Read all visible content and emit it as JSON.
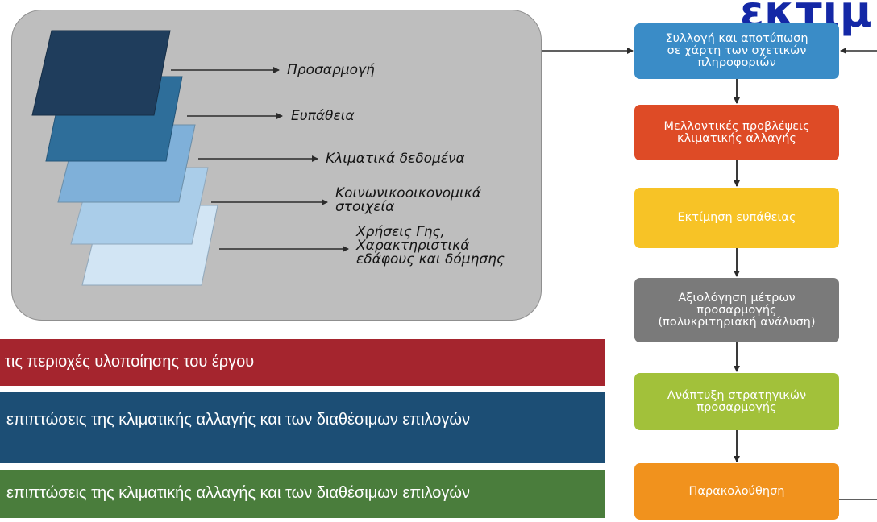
{
  "heading": {
    "text": "εκτιμ"
  },
  "layers_panel": {
    "layers": [
      {
        "label": "Προσαρμογή",
        "color": "#1f3d5c"
      },
      {
        "label": "Ευπάθεια",
        "color": "#2e6e9a"
      },
      {
        "label": "Κλιματικά δεδομένα",
        "color": "#7fb0d9"
      },
      {
        "label": "Κοινωνικοοικονομικά\nστοιχεία",
        "color": "#aacde9"
      },
      {
        "label": "Χρήσεις Γης,\nΧαρακτηριστικά\nεδάφους και δόμησης",
        "color": "#d2e5f4"
      }
    ]
  },
  "banners": [
    {
      "text": "τις περιοχές υλοποίησης του έργου",
      "color": "#a5252e"
    },
    {
      "text": "επιπτώσεις της κλιματικής αλλαγής και των διαθέσιμων επιλογών",
      "color": "#1c4e75"
    },
    {
      "text": "επιπτώσεις της κλιματικής αλλαγής και των διαθέσιμων επιλογών",
      "color": "#4a7d3c"
    }
  ],
  "flow_steps": [
    {
      "text": "Συλλογή και αποτύπωση\nσε χάρτη των σχετικών\nπληροφοριών",
      "color": "#3a8cc7"
    },
    {
      "text": "Μελλοντικές προβλέψεις\nκλιματικής αλλαγής",
      "color": "#de4b26"
    },
    {
      "text": "Εκτίμηση ευπάθειας",
      "color": "#f7c326"
    },
    {
      "text": "Αξιολόγηση μέτρων\nπροσαρμογής\n(πολυκριτηριακή ανάλυση)",
      "color": "#7a7a7a"
    },
    {
      "text": "Ανάπτυξη στρατηγικών\nπροσαρμογής",
      "color": "#a2c13a"
    },
    {
      "text": "Παρακολούθηση",
      "color": "#f1921d"
    }
  ]
}
